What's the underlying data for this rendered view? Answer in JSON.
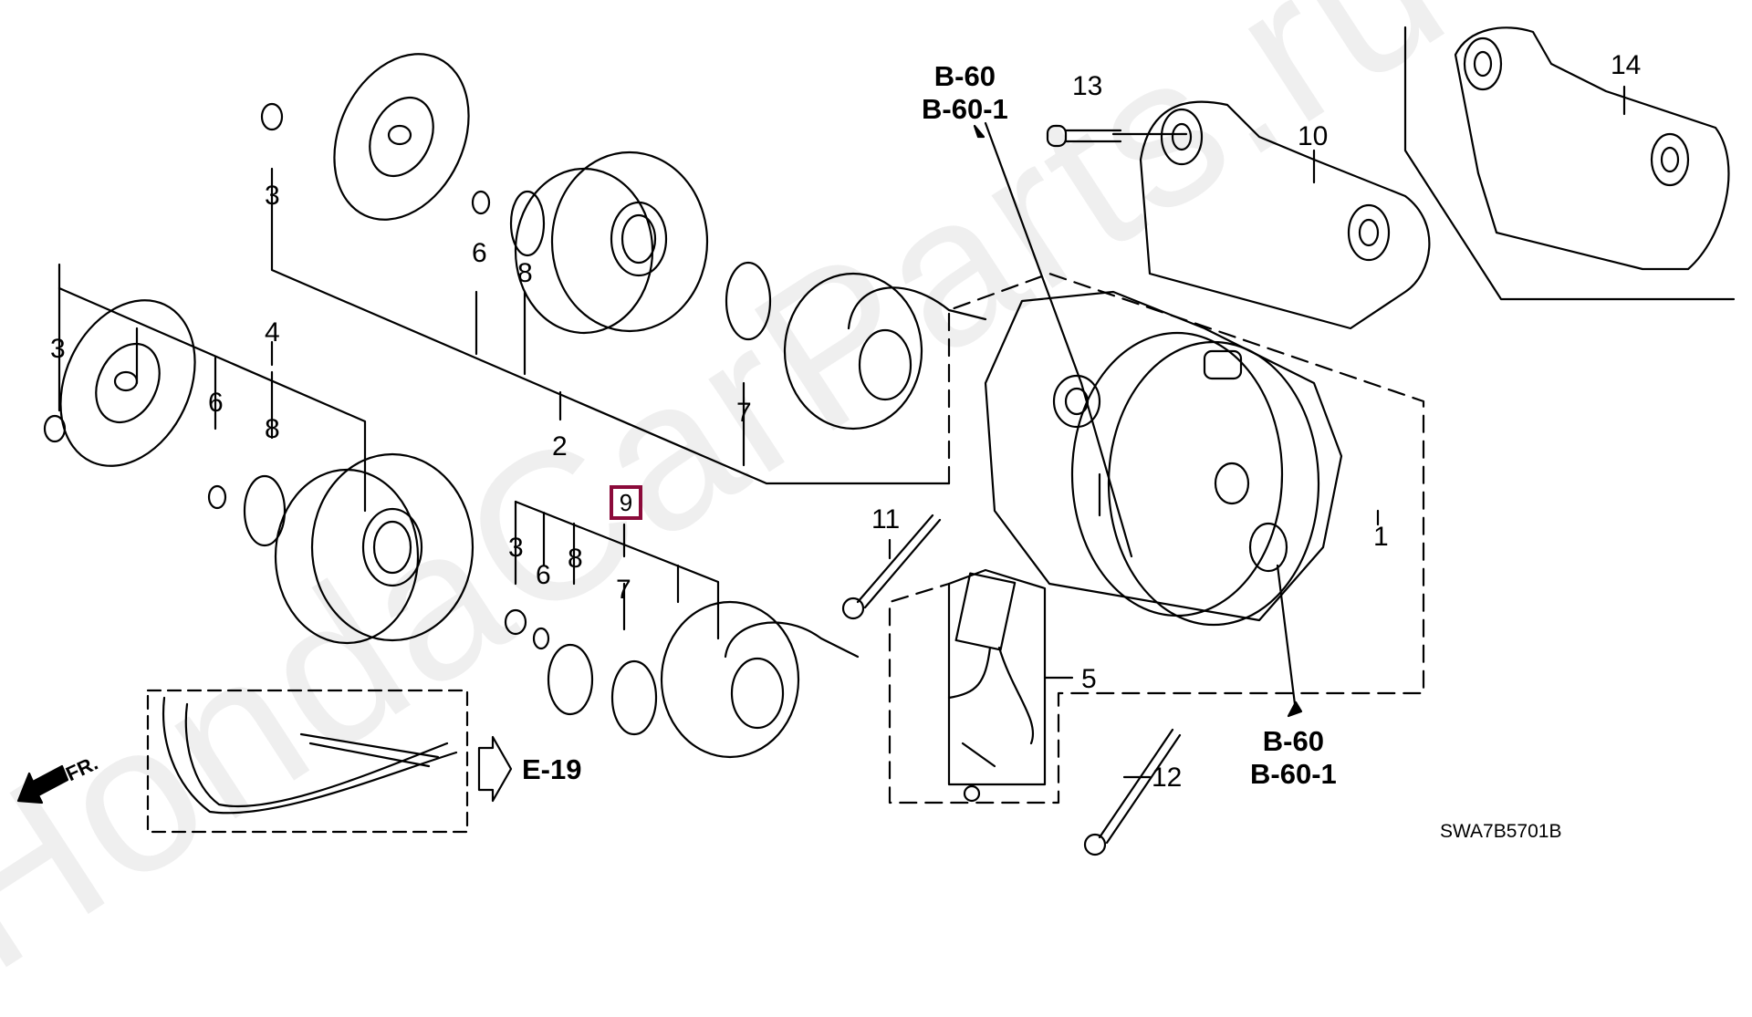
{
  "diagram": {
    "code": "SWA7B5701B",
    "watermark": "HondaCarParts.ru",
    "highlighted_part": "9",
    "front_indicator": "FR.",
    "accent_color": "#8b0a3a",
    "parts": {
      "p1": "1",
      "p2": "2",
      "p3a": "3",
      "p3b": "3",
      "p3c": "3",
      "p4": "4",
      "p5": "5",
      "p6a": "6",
      "p6b": "6",
      "p6c": "6",
      "p7a": "7",
      "p7b": "7",
      "p8a": "8",
      "p8b": "8",
      "p8c": "8",
      "p9": "9",
      "p10": "10",
      "p11": "11",
      "p12": "12",
      "p13": "13",
      "p14": "14"
    },
    "references": {
      "top_line1": "B-60",
      "top_line2": "B-60-1",
      "bottom_line1": "B-60",
      "bottom_line2": "B-60-1",
      "belt": "E-19"
    }
  }
}
